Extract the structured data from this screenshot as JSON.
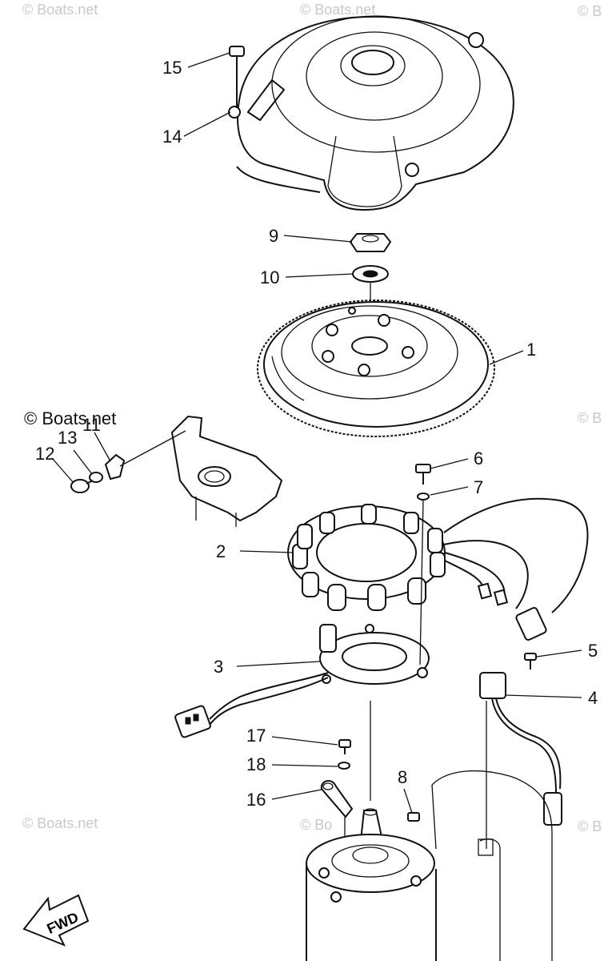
{
  "watermarks": [
    "© Boats.net",
    "© Boats.net",
    "© B",
    "© B",
    "© Boats.net",
    "© Bo",
    "© B"
  ],
  "copyright_label": "© Boats.net",
  "fwd_label": "FWD",
  "callouts": {
    "c1": "1",
    "c2": "2",
    "c3": "3",
    "c4": "4",
    "c5": "5",
    "c6": "6",
    "c7": "7",
    "c8": "8",
    "c9": "9",
    "c10": "10",
    "c11": "11",
    "c12": "12",
    "c13": "13",
    "c14": "14",
    "c15": "15",
    "c16": "16",
    "c17": "17",
    "c18": "18"
  }
}
